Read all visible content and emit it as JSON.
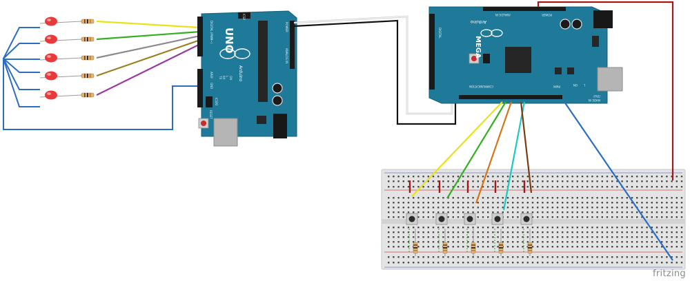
{
  "uno": {
    "name_label": "UNO",
    "brand_label": "Arduino",
    "digital_label": "DIGITAL (PWM~)",
    "aref_label": "AREF",
    "gnd_label": "GND",
    "icsp_label": "ICSP",
    "icsp2_label": "ICSP2",
    "power_label": "POWER",
    "analog_label": "ANALOG IN",
    "tx_label": "TX",
    "rx_label": "RX",
    "l_label": "L",
    "on_label": "ON",
    "reset_label": "RESET"
  },
  "mega": {
    "name_label": "MEGA",
    "brand_label": "Arduino",
    "power_label": "POWER",
    "analog_label": "ANALOG IN",
    "communication_label": "COMMUNICATION",
    "pwm_label": "PWM",
    "make_label": "MADE IN",
    "italy_label": "ITALY",
    "digital_label": "DIGITAL",
    "on_label": "ON",
    "l_label": "L"
  },
  "watermark": "fritzing",
  "colors": {
    "board": "#1f7a99",
    "board_dark": "#15607a",
    "wire_yellow": "#e8e21a",
    "wire_green": "#32b01e",
    "wire_gray": "#8c8c8c",
    "wire_olive": "#9a7f1e",
    "wire_purple": "#9b3a9e",
    "wire_blue": "#2a6dc2",
    "wire_black": "#111111",
    "wire_white": "#e6e6e6",
    "wire_red": "#a01818",
    "wire_orange": "#d7731a",
    "wire_cyan": "#1ac9c2",
    "wire_brown": "#7a3b12",
    "led": "#e83a3a"
  },
  "icons": {
    "led": "led-icon",
    "resistor": "resistor-icon",
    "pushbutton": "pushbutton-icon",
    "breadboard": "breadboard-icon"
  }
}
